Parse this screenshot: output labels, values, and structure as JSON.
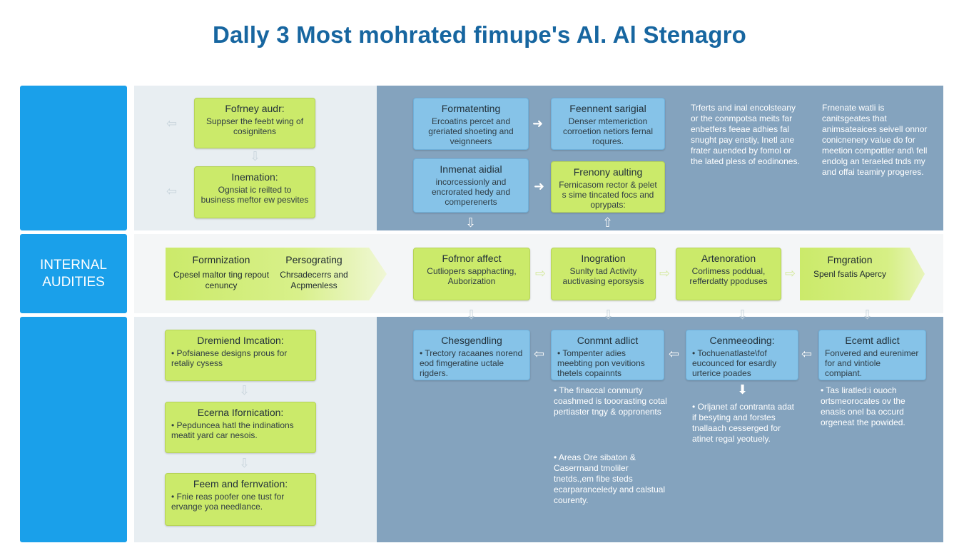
{
  "title": "Dally 3 Most mohrated fimupe's Al. Al Stenagro",
  "side_label": "INTERNAL AUDITIES",
  "top_left": [
    {
      "heading": "Fofrney audr:",
      "text": "Suppser the feebt wing of cosignitens"
    },
    {
      "heading": "Inemation:",
      "text": "Ognsiat ic reilted to business meftor ew pesvites"
    }
  ],
  "top_mid": [
    {
      "heading": "Formatenting",
      "text": "Ercoatins percet and greriated shoeting and veignneers"
    },
    {
      "heading": "Feennent sarigial",
      "text": "Denser mtemeriction corroetion netiors fernal roqures."
    },
    {
      "heading": "Inmenat aidial",
      "text": "incorcessionly and encrorated hedy and comperenerts"
    },
    {
      "heading": "Frenony aulting",
      "text": "Fernicasom rector & pelet s sime tincated focs and oprypats:"
    }
  ],
  "top_notes": [
    "Trferts and inal encolsteany or the conmpotsa meits far enbetfers feeae adhies fal snught pay enstiy, Inetl ane frater auended by fomol or the lated pless of eodinones.",
    "Frnenate watli is canitsgeates that animsateaices seivell onnor conicnenery value do for meetion compottler and\\ fell endolg an teraeled tnds my and offai teamiry progeres."
  ],
  "mid_left": [
    {
      "heading": "Formnization",
      "text": "Cpesel maltor ting repout cenuncy"
    },
    {
      "heading": "Persograting",
      "text": "Chrsadecerrs and Acpmenless"
    }
  ],
  "mid_flow": [
    {
      "heading": "Fofrnor affect",
      "text": "Cutliopers sapphacting, Auborization"
    },
    {
      "heading": "Inogration",
      "text": "Sunlty tad Activity auctivasing eporsysis"
    },
    {
      "heading": "Artenoration",
      "text": "Corlimess poddual, refferdatty ppoduses"
    },
    {
      "heading": "Fmgration",
      "text": "Spenl fsatis Apercy"
    }
  ],
  "bottom_left": [
    {
      "heading": "Dremiend Imcation:",
      "text": "• Pofsianese designs prous for retaliy cysess"
    },
    {
      "heading": "Ecerna Ifornication:",
      "text": "• Pepduncea hatl the indinations meatit yard car nesois."
    },
    {
      "heading": "Feem and fernvation:",
      "text": "• Fnie reas poofer one tust for ervange yoa needlance."
    }
  ],
  "bottom_boxes": [
    {
      "heading": "Chesgendling",
      "text": "• Trectory racaanes norend eod fimgeratine uctale rigders."
    },
    {
      "heading": "Conmnt adlict",
      "text": "• Tompenter adies meebting pon vevitions thetels copainnts"
    },
    {
      "heading": "Cenmeeoding:",
      "text": "• Tochuenatlaste\\fof eucounced for esardly urterice poades"
    },
    {
      "heading": "Ecemt adlict",
      "text": "Fonvered and eurenimer for and vintiole compiant."
    }
  ],
  "bottom_notes": [
    "• The finaccal conmurty coashmed is tooorasting cotal pertiaster tngy & oppronents",
    "• Areas Ore sibaton & Caserrnand tmoliler tnetds.,em fibe steds ecarparanceledy and calstual courenty.",
    "• Orljanet af contranta adat if besyting and forstes tnallaach cesserged for atinet regal yeotuely.",
    "• Tas liratled:i ouoch ortsmeorocates ov the enasis onel ba occurd orgeneat the powided."
  ]
}
